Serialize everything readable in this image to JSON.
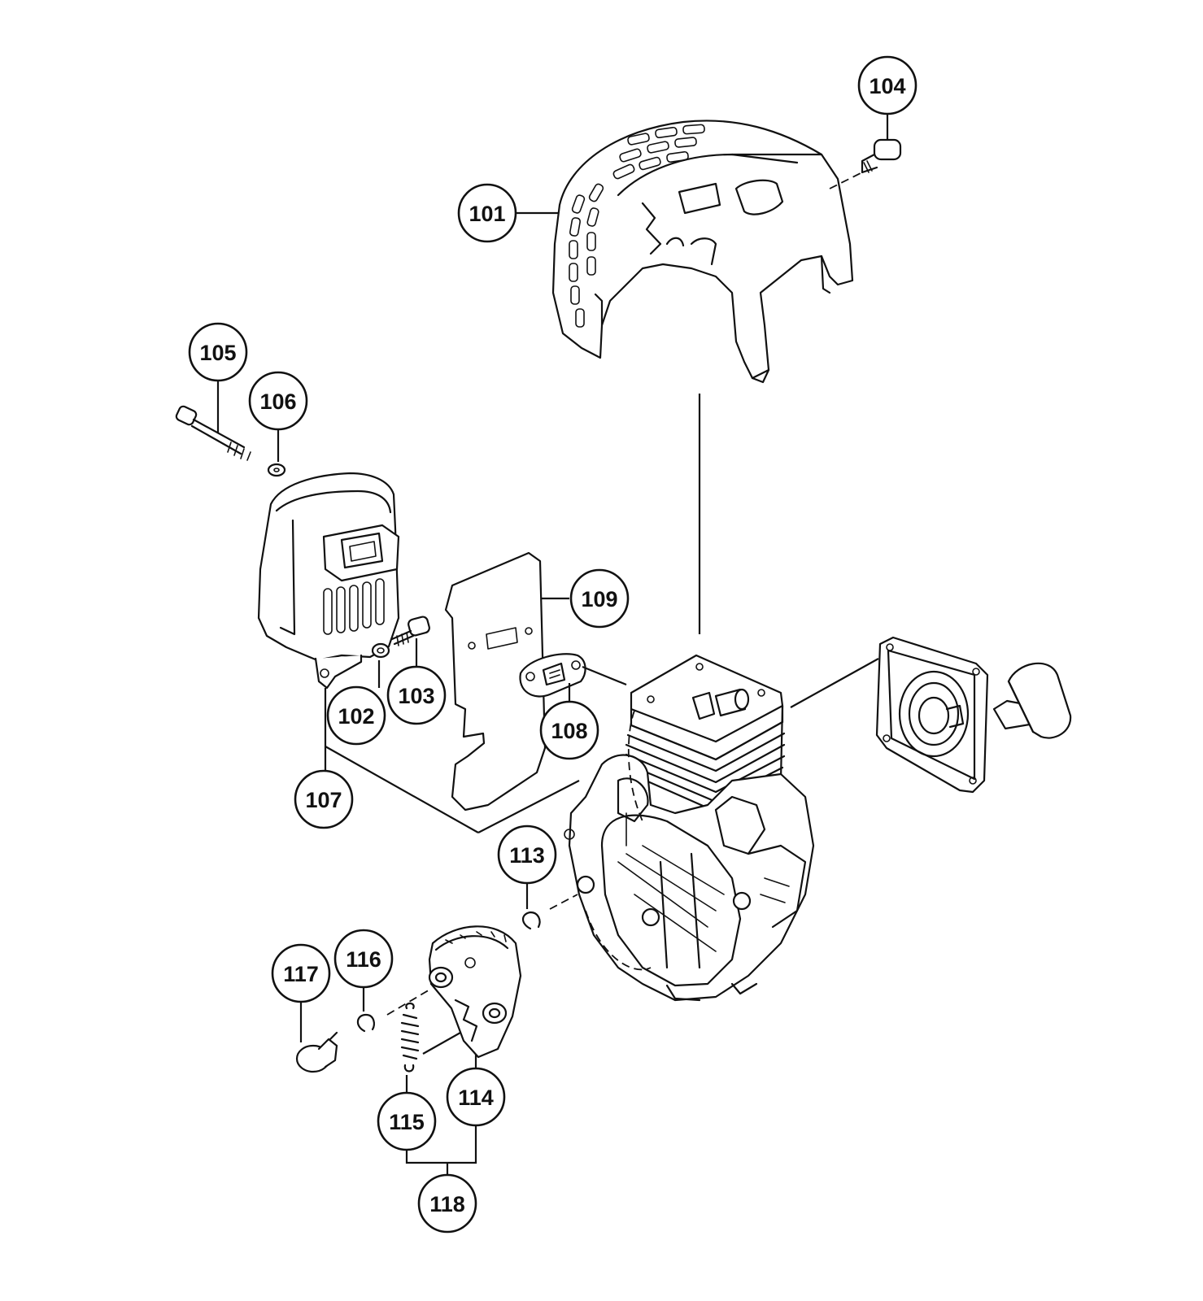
{
  "callouts": [
    {
      "id": "c101",
      "label": "101",
      "part": "engine-cover"
    },
    {
      "id": "c102",
      "label": "102",
      "part": "washer"
    },
    {
      "id": "c103",
      "label": "103",
      "part": "bolt"
    },
    {
      "id": "c104",
      "label": "104",
      "part": "cover-screw"
    },
    {
      "id": "c105",
      "label": "105",
      "part": "muffler-bolt"
    },
    {
      "id": "c106",
      "label": "106",
      "part": "washer"
    },
    {
      "id": "c107",
      "label": "107",
      "part": "muffler-stay"
    },
    {
      "id": "c108",
      "label": "108",
      "part": "muffler-gasket"
    },
    {
      "id": "c109",
      "label": "109",
      "part": "muffler-plate"
    },
    {
      "id": "c113",
      "label": "113",
      "part": "e-ring"
    },
    {
      "id": "c114",
      "label": "114",
      "part": "clutch-shoe"
    },
    {
      "id": "c115",
      "label": "115",
      "part": "clutch-spring"
    },
    {
      "id": "c116",
      "label": "116",
      "part": "e-ring"
    },
    {
      "id": "c117",
      "label": "117",
      "part": "clutch-bolt"
    },
    {
      "id": "c118",
      "label": "118",
      "part": "clutch-assembly"
    }
  ]
}
